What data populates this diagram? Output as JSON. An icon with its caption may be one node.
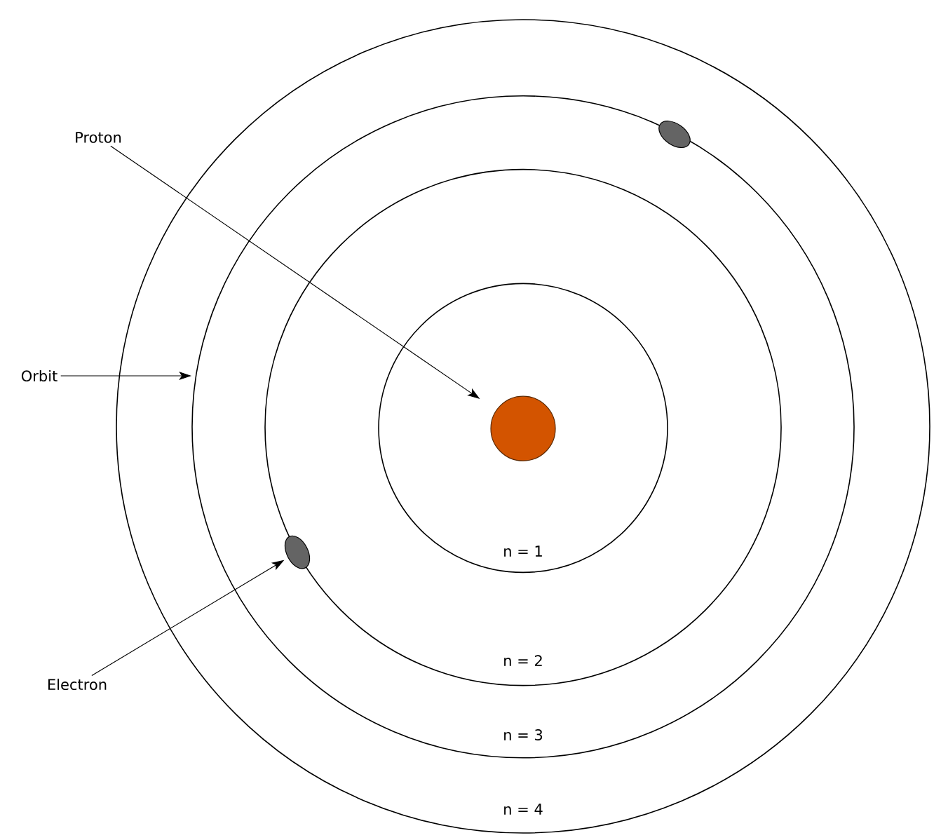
{
  "diagram": {
    "nodes": [
      {
        "text": [
          "n = 4"
        ]
      },
      {
        "text": [
          "n = 3"
        ],
        "in": 0
      },
      {
        "text": [
          "n = 2"
        ],
        "in": 1
      },
      {
        "text": [
          "n = 1"
        ],
        "in": 2
      },
      {
        "text": [],
        "shape": "circle",
        "in": 3
      },
      {
        "text": [],
        "shape": "ellipse",
        "in": 1
      },
      {
        "text": [],
        "shape": "ellipse",
        "in": 1
      },
      {
        "text": [
          "Proton"
        ]
      },
      {
        "text": [
          "Orbit"
        ]
      },
      {
        "text": [
          "Electron"
        ]
      }
    ],
    "edges": [
      {
        "from": 7,
        "to": 4,
        "arrow": "to"
      },
      {
        "from": 8,
        "to": 1,
        "arrow": "to"
      },
      {
        "from": 9,
        "to": 6,
        "arrow": "to"
      }
    ]
  }
}
